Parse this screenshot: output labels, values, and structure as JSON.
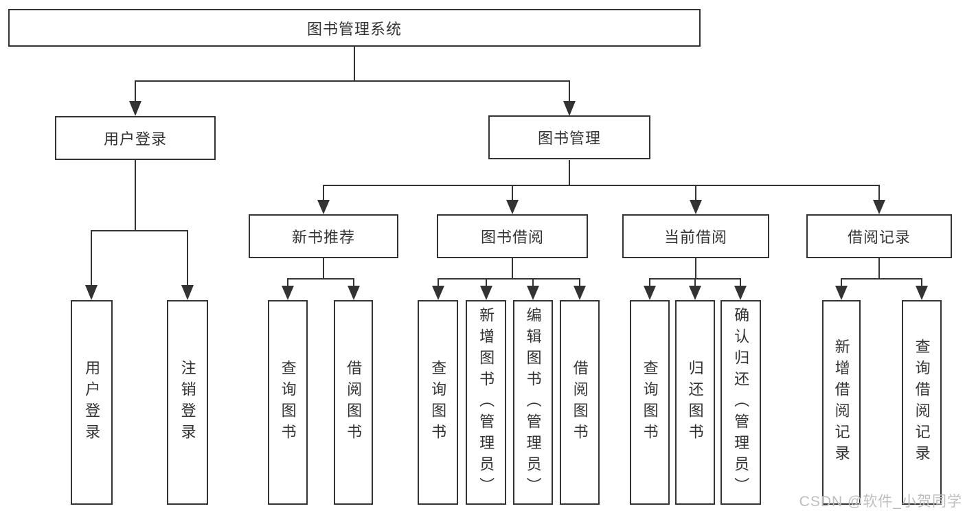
{
  "colors": {
    "line": "#333333",
    "box_border": "#333333",
    "text": "#333333",
    "watermark": "#bdbdbd",
    "background": "#ffffff"
  },
  "tree": {
    "label": "图书管理系统",
    "children": [
      {
        "label": "用户登录",
        "children": [
          {
            "label": "用户登录"
          },
          {
            "label": "注销登录"
          }
        ]
      },
      {
        "label": "图书管理",
        "children": [
          {
            "label": "新书推荐",
            "children": [
              {
                "label": "查询图书"
              },
              {
                "label": "借阅图书"
              }
            ]
          },
          {
            "label": "图书借阅",
            "children": [
              {
                "label": "查询图书"
              },
              {
                "label": "新增图书（管理员）"
              },
              {
                "label": "编辑图书（管理员）"
              },
              {
                "label": "借阅图书"
              }
            ]
          },
          {
            "label": "当前借阅",
            "children": [
              {
                "label": "查询图书"
              },
              {
                "label": "归还图书"
              },
              {
                "label": "确认归还（管理员）"
              }
            ]
          },
          {
            "label": "借阅记录",
            "children": [
              {
                "label": "新增借阅记录"
              },
              {
                "label": "查询借阅记录"
              }
            ]
          }
        ]
      }
    ]
  },
  "watermark": {
    "text": "CSDN @软件_小贺同学"
  }
}
